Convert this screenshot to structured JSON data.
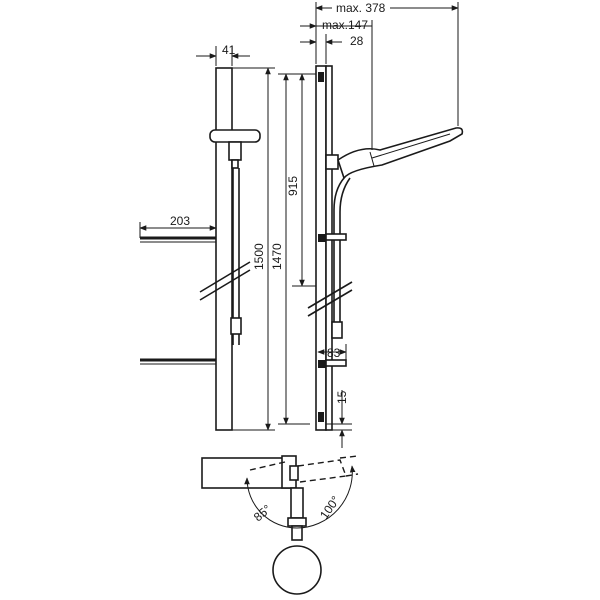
{
  "dimensions": {
    "max_378": "max. 378",
    "max_147": "max.147",
    "d28": "28",
    "d41": "41",
    "d915": "915",
    "d1500": "1500",
    "d1470": "1470",
    "d203": "203",
    "d83": "83",
    "d15": "15",
    "angle85": "85°",
    "angle100": "100°"
  },
  "colors": {
    "line": "#1a1a1a",
    "background": "#ffffff"
  }
}
